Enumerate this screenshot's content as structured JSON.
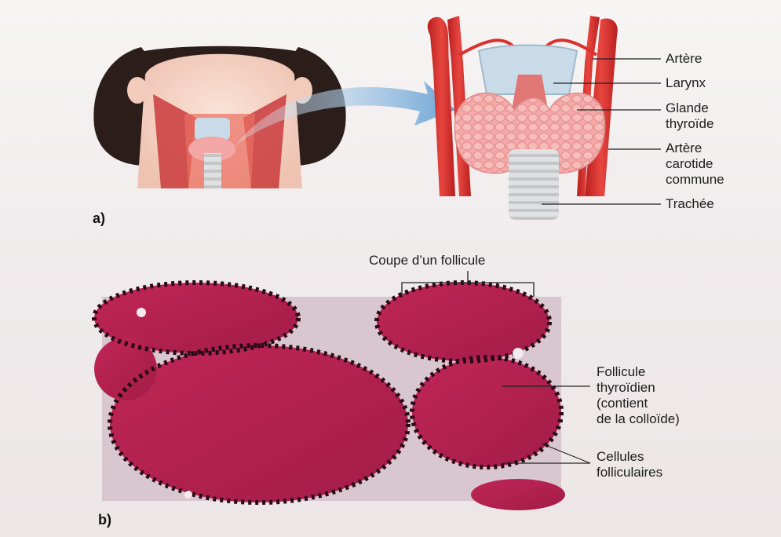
{
  "panel_a": {
    "letter": "a)",
    "labels": {
      "artery": "Artère",
      "larynx": "Larynx",
      "thyroid_line1": "Glande",
      "thyroid_line2": "thyroïde",
      "carotid_line1": "Artère",
      "carotid_line2": "carotide",
      "carotid_line3": "commune",
      "trachea": "Trachée"
    }
  },
  "panel_b": {
    "letter": "b)",
    "labels": {
      "section": "Coupe d’un follicule",
      "follicle_line1": "Follicule",
      "follicle_line2": "thyroïdien",
      "follicle_line3": "(contient",
      "follicle_line4": "de la colloïde)",
      "cells_line1": "Cellules",
      "cells_line2": "folliculaires"
    }
  },
  "colors": {
    "artery_red": "#d8322f",
    "thyroid_pink": "#f3a6a6",
    "larynx_blue": "#c9dbe8",
    "colloid_magenta": "#b8234f",
    "nuclei": "#2a0a18",
    "arrow_blue": "#7fb0d8"
  }
}
